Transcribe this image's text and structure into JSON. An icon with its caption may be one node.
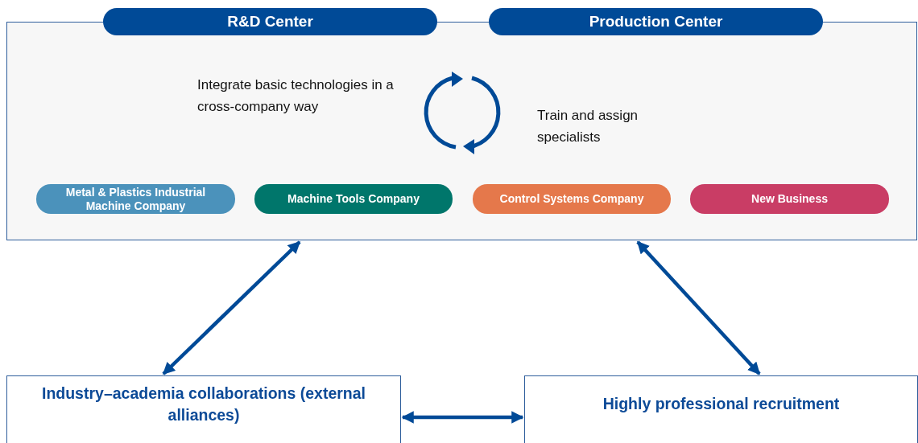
{
  "diagram": {
    "nodes": [
      {
        "text": [],
        "shape": "box"
      },
      {
        "text": [
          "R&D Center"
        ]
      },
      {
        "text": [
          "Production Center"
        ]
      },
      {
        "text": [
          "Metal & Plastics Industrial Machine Company"
        ],
        "in": 0
      },
      {
        "text": [
          "Machine Tools Company"
        ],
        "in": 0
      },
      {
        "text": [
          "Control Systems Company"
        ],
        "in": 0
      },
      {
        "text": [
          "New Business"
        ],
        "in": 0
      },
      {
        "text": [
          "Industry–academia collaborations (external alliances)"
        ]
      },
      {
        "text": [
          "Highly professional recruitment"
        ]
      }
    ],
    "edges": [
      {
        "from": 0,
        "to": 7,
        "arrow": "both"
      },
      {
        "from": 0,
        "to": 8,
        "arrow": "both"
      },
      {
        "from": 7,
        "to": 8,
        "arrow": "both"
      }
    ],
    "labels": [
      "Integrate basic technologies in a cross-company way",
      "Train and assign specialists"
    ]
  }
}
